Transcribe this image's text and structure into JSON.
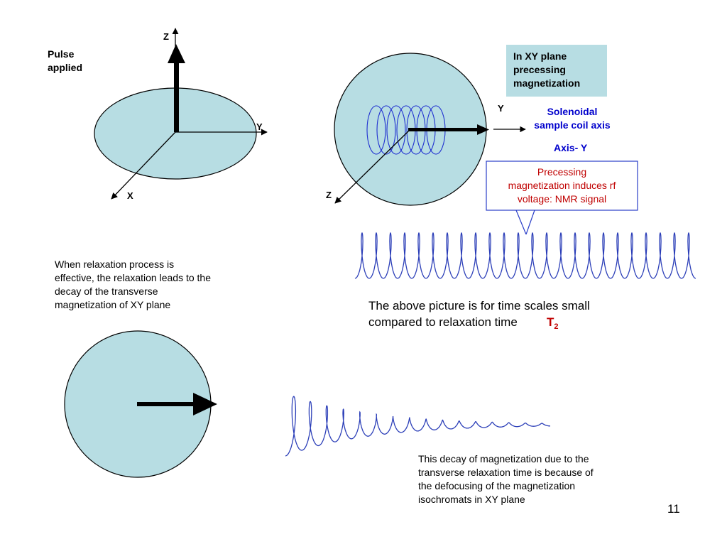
{
  "slide_number": "11",
  "colors": {
    "disc_fill": "#b7dde3",
    "box_fill": "#b7dde3",
    "blue_text": "#0000cc",
    "red_text": "#c00000",
    "signal_line": "#2c3fb8"
  },
  "diagram1": {
    "pulse_label_line1": "Pulse",
    "pulse_label_line2": "applied",
    "axis_z": "Z",
    "axis_y": "Y",
    "axis_x": "X"
  },
  "diagram2": {
    "callout_line1": "In XY plane",
    "callout_line2": "precessing",
    "callout_line3": "magnetization",
    "axis_y": "Y",
    "axis_z": "Z",
    "coil_label_line1": "Solenoidal",
    "coil_label_line2": "sample coil axis",
    "axis_label": "Axis- Y",
    "signal_box_line1": "Precessing",
    "signal_box_line2": "magnetization induces rf",
    "signal_box_line3": "voltage: NMR signal"
  },
  "caption_timescale_line1": "The above picture is for time scales small",
  "caption_timescale_line2": "compared to relaxation time ",
  "t2_symbol": "T",
  "t2_subscript": "2",
  "relaxation_text": {
    "line1": "When relaxation process is",
    "line2": "effective, the relaxation leads to the",
    "line3": "decay of the transverse",
    "line4": "magnetization of XY plane"
  },
  "decay_text": {
    "line1": "This decay of magnetization due to the",
    "line2": "transverse relaxation time is because of",
    "line3": "the defocusing of the magnetization",
    "line4": "isochromats in XY plane"
  }
}
